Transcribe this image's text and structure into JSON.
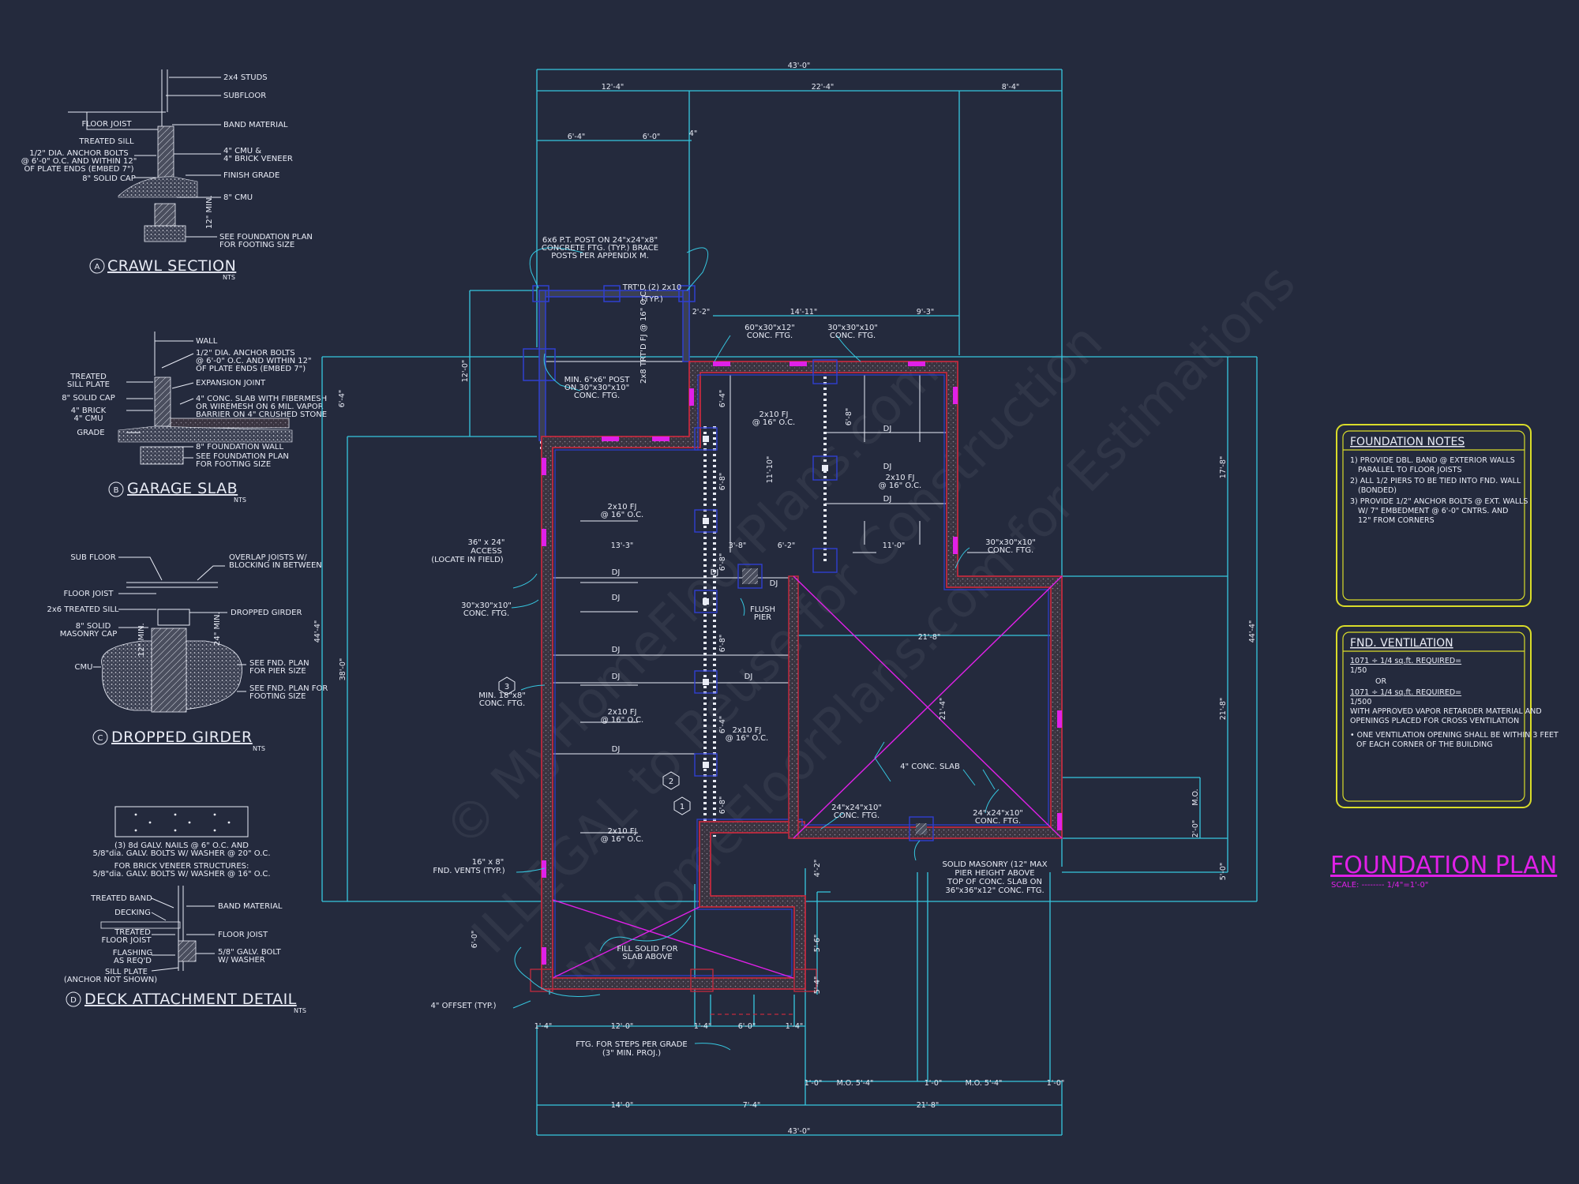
{
  "colors": {
    "background": "#242a3d",
    "dimension": "#36c7e0",
    "line": "#e9ecf6",
    "wall_fill": "#3a3440",
    "wall_outline": "#c22a3e",
    "wall_inner": "#2f3fd0",
    "accent_magenta": "#e020e8",
    "notes_frame": "#d9dc2a"
  },
  "watermark": [
    "© MyHomeFloorPlans.com",
    "ILLEGAL to Reuse for Construction",
    "MyHomeFloorPlans.com for Estimations"
  ],
  "plan_title": "FOUNDATION PLAN",
  "plan_scale": "SCALE: -------- 1/4\"=1'-0\"",
  "notes": {
    "title": "FOUNDATION NOTES",
    "lines": [
      "1) PROVIDE DBL. BAND @ EXTERIOR WALLS",
      "PARALLEL TO FLOOR JOISTS",
      "2) ALL 1/2 PIERS TO BE TIED INTO FND. WALL",
      "(BONDED)",
      "3) PROVIDE 1/2\" ANCHOR BOLTS @ EXT. WALLS",
      "W/ 7\" EMBEDMENT @ 6'-0\" CNTRS. AND",
      "12\" FROM CORNERS"
    ]
  },
  "ventilation": {
    "title": "FND. VENTILATION",
    "lines": [
      "1071 ÷ 1/4 sq.ft. REQUIRED=",
      "1/50",
      "OR",
      "1071 ÷ 1/4 sq.ft. REQUIRED=",
      "1/500",
      "WITH APPROVED VAPOR RETARDER MATERIAL AND",
      "OPENINGS PLACED FOR CROSS VENTILATION",
      "• ONE VENTILATION OPENING SHALL BE WITHIN 3 FEET",
      "OF EACH CORNER OF THE BUILDING"
    ]
  },
  "details": {
    "a": {
      "letter": "A",
      "title": "CRAWL SECTION",
      "nts": "NTS",
      "labels": [
        "2x4 STUDS",
        "SUBFLOOR",
        "FLOOR JOIST",
        "BAND MATERIAL",
        "TREATED SILL",
        "1/2\" DIA. ANCHOR BOLTS",
        "@ 6'-0\" O.C. AND WITHIN 12\"",
        "OF PLATE ENDS (EMBED 7\")",
        "4\" CMU &",
        "4\" BRICK VENEER",
        "8\" SOLID CAP",
        "FINISH GRADE",
        "8\" CMU",
        "12\" MIN.",
        "SEE FOUNDATION PLAN",
        "FOR FOOTING SIZE"
      ]
    },
    "b": {
      "letter": "B",
      "title": "GARAGE SLAB",
      "nts": "NTS",
      "labels": [
        "WALL",
        "1/2\" DIA. ANCHOR BOLTS",
        "@ 6'-0\" O.C. AND WITHIN 12\"",
        "OF PLATE ENDS (EMBED 7\")",
        "TREATED",
        "SILL PLATE",
        "EXPANSION JOINT",
        "8\" SOLID CAP",
        "4\" CONC. SLAB WITH FIBERMESH",
        "OR WIREMESH ON 6 MIL. VAPOR",
        "BARRIER ON 4\" CRUSHED STONE",
        "4\" BRICK",
        "4\" CMU",
        "GRADE",
        "8\" FOUNDATION WALL",
        "SEE FOUNDATION PLAN",
        "FOR FOOTING SIZE"
      ]
    },
    "c": {
      "letter": "C",
      "title": "DROPPED GIRDER",
      "nts": "NTS",
      "labels": [
        "SUB FLOOR",
        "OVERLAP JOISTS W/",
        "BLOCKING IN BETWEEN",
        "FLOOR JOIST",
        "2x6 TREATED SILL",
        "DROPPED GIRDER",
        "8\" SOLID",
        "MASONRY CAP",
        "12\" MIN.",
        "24\" MIN.",
        "CMU",
        "SEE FND. PLAN",
        "FOR PIER SIZE",
        "SEE FND. PLAN FOR",
        "FOOTING SIZE"
      ]
    },
    "d": {
      "letter": "D",
      "title": "DECK ATTACHMENT DETAIL",
      "nts": "NTS",
      "labels": [
        "(3) 8d GALV. NAILS @ 6\" O.C. AND",
        "5/8\"dia. GALV. BOLTS W/ WASHER @ 20\" O.C.",
        "FOR BRICK VENEER STRUCTURES:",
        "5/8\"dia. GALV. BOLTS W/ WASHER @ 16\" O.C.",
        "TREATED BAND",
        "DECKING",
        "BAND MATERIAL",
        "TREATED",
        "FLOOR JOIST",
        "FLOOR JOIST",
        "FLASHING",
        "AS REQ'D",
        "5/8\" GALV. BOLT",
        "W/ WASHER",
        "SILL PLATE",
        "(ANCHOR NOT SHOWN)"
      ]
    }
  },
  "plan": {
    "dims_top": [
      "43'-0\"",
      "12'-4\"",
      "22'-4\"",
      "8'-4\"",
      "6'-4\"",
      "6'-0\"",
      "4\"",
      "2'-2\"",
      "14'-11\"",
      "9'-3\""
    ],
    "dims_bottom": [
      "M.O. 5'-4\"",
      "M.O. 5'-4\"",
      "1'-4\"",
      "12'-0\"",
      "1'-4\"",
      "6'-0\"",
      "1'-4\"",
      "14'-0\"",
      "7'-4\"",
      "21'-8\"",
      "43'-0\"",
      "1'-0\"",
      "1'-0\"",
      "1'-0\""
    ],
    "dims_left": [
      "6'-4\"",
      "12'-0\"",
      "44'-4\"",
      "38'-0\"",
      "6'-0\""
    ],
    "dims_right": [
      "44'-4\"",
      "17'-8\"",
      "21'-8\"",
      "5'-0\"",
      "2'-0\"",
      "M.O."
    ],
    "dims_interior": [
      "13'-3\"",
      "3'-8\"",
      "6'-2\"",
      "11'-0\"",
      "21'-8\"",
      "21'-4\"",
      "11'-10\"",
      "6'-4\"",
      "6'-8\"",
      "6'-8\"",
      "6'-8\"",
      "6'-4\"",
      "6'-8\"",
      "6'-8\"",
      "4'-2\"",
      "5'-6\"",
      "5'-4\""
    ],
    "labels": {
      "post_note": [
        "6x6 P.T. POST ON 24\"x24\"x8\"",
        "CONCRETE FTG. (TYP.) BRACE",
        "POSTS PER APPENDIX M."
      ],
      "trtd": [
        "TRT'D (2) 2x10",
        "(TYP.)"
      ],
      "min_post": [
        "MIN. 6\"x6\" POST",
        "ON 30\"x30\"x10\"",
        "CONC. FTG."
      ],
      "trtd_vert": "2x8 TRT'D FJ @ 16\" O.C.",
      "ftg1": [
        "60\"x30\"x12\"",
        "CONC. FTG."
      ],
      "ftg2": [
        "30\"x30\"x10\"",
        "CONC. FTG."
      ],
      "ftg3": [
        "30\"x30\"x10\"",
        "CONC. FTG."
      ],
      "ftg4": [
        "30\"x30\"x10\"",
        "CONC. FTG."
      ],
      "ftg5": [
        "MIN. 18\"x8\"",
        "CONC. FTG."
      ],
      "ftg6": [
        "24\"x24\"x10\"",
        "CONC. FTG."
      ],
      "ftg7": [
        "24\"x24\"x10\"",
        "CONC. FTG."
      ],
      "access": [
        "36\" x 24\"",
        "ACCESS",
        "(LOCATE IN FIELD)"
      ],
      "vents": [
        "16\" x 8\"",
        "FND. VENTS (TYP.)"
      ],
      "fj1": [
        "2x10 FJ",
        "@ 16\" O.C."
      ],
      "fj2": [
        "2x10 FJ",
        "@ 16\" O.C."
      ],
      "fj3": [
        "2x10 FJ",
        "@ 16\" O.C."
      ],
      "fj4": [
        "2x10 FJ",
        "@ 16\" O.C."
      ],
      "fj5": [
        "2x10 FJ",
        "@ 16\" O.C."
      ],
      "fj6": [
        "2x10 FJ",
        "@ 16\" O.C."
      ],
      "dj": "DJ",
      "flush_pier": [
        "FLUSH",
        "PIER"
      ],
      "slab": "4\" CONC. SLAB",
      "solid_masonry": [
        "SOLID MASONRY (12\" MAX",
        "PIER HEIGHT ABOVE",
        "TOP OF CONC. SLAB ON",
        "36\"x36\"x12\" CONC. FTG."
      ],
      "fill_solid": [
        "FILL SOLID FOR",
        "SLAB ABOVE"
      ],
      "offset": "4\" OFFSET (TYP.)",
      "steps": [
        "FTG. FOR STEPS PER GRADE",
        "(3\" MIN. PROJ.)"
      ],
      "callouts": [
        "1",
        "2",
        "3"
      ]
    }
  }
}
